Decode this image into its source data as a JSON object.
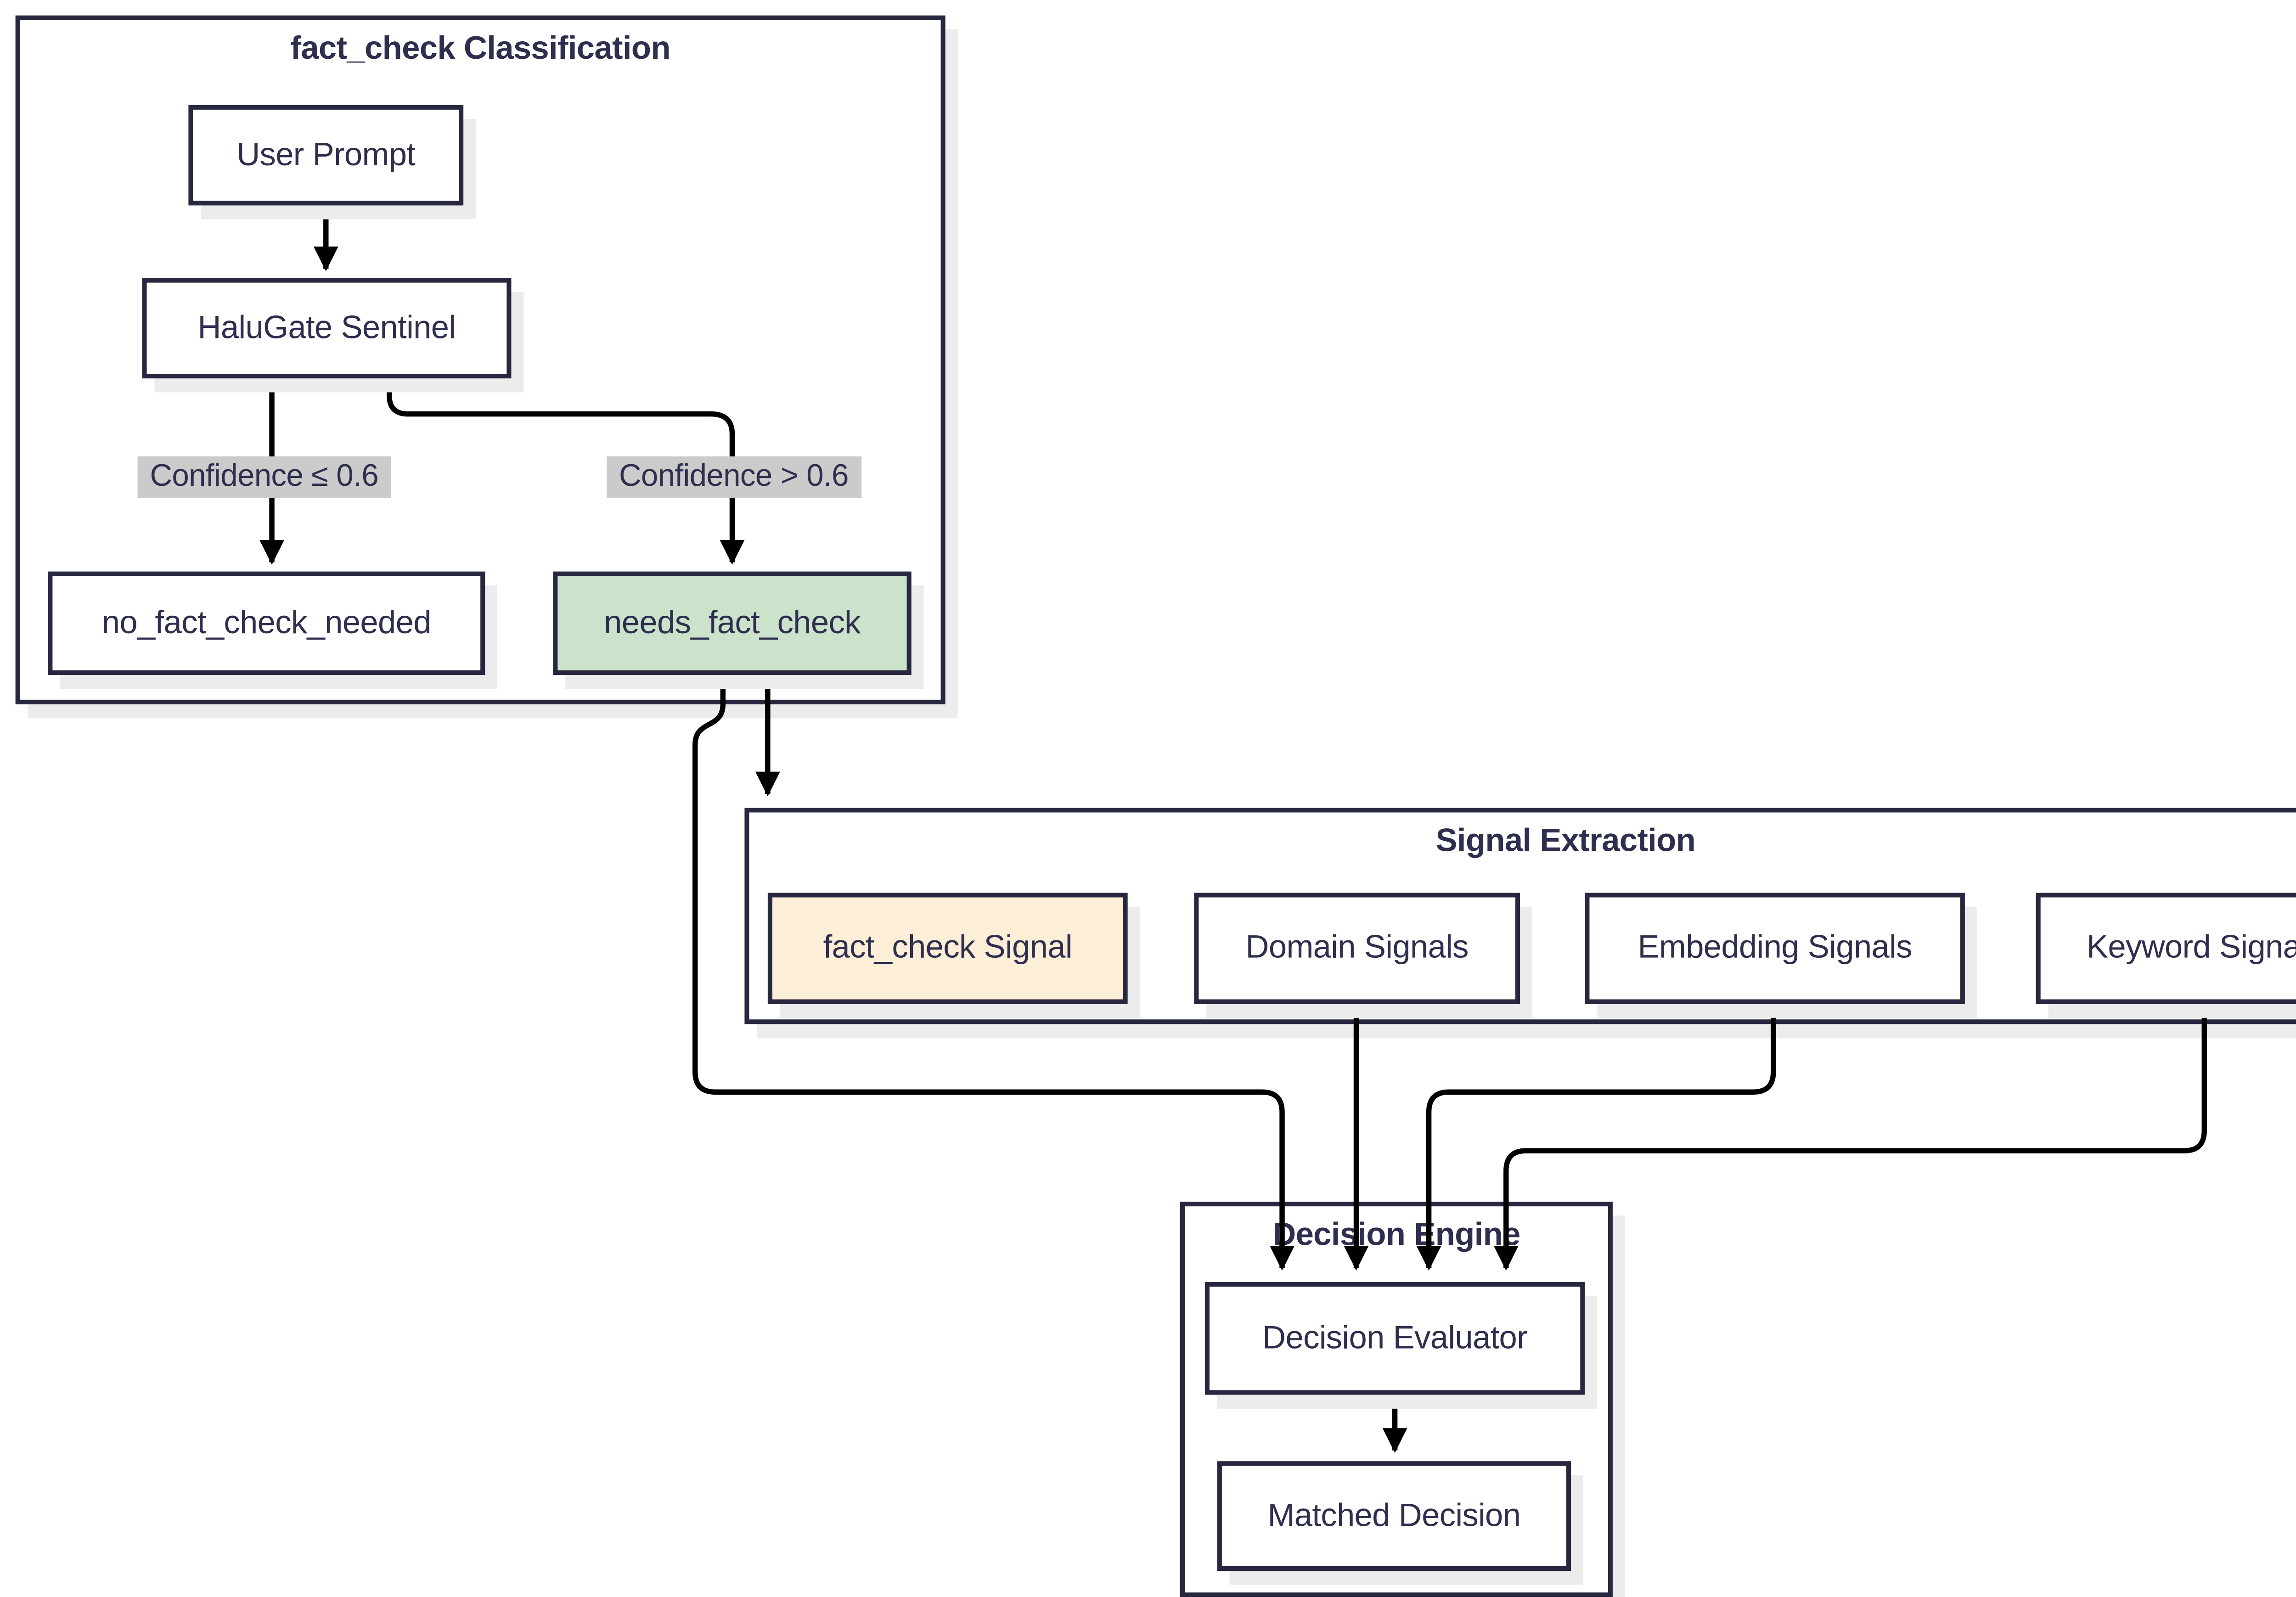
{
  "diagram": {
    "type": "flowchart",
    "clusters": [
      {
        "title": "fact_check Classification",
        "nodes": [
          {
            "id": "user_prompt",
            "label": "User Prompt",
            "fill": "white"
          },
          {
            "id": "halugate_sentinel",
            "label": "HaluGate Sentinel",
            "fill": "white"
          },
          {
            "id": "no_fact_check_needed",
            "label": "no_fact_check_needed",
            "fill": "white"
          },
          {
            "id": "needs_fact_check",
            "label": "needs_fact_check",
            "fill": "green"
          }
        ]
      },
      {
        "title": "Signal Extraction",
        "nodes": [
          {
            "id": "fact_check_signal",
            "label": "fact_check Signal",
            "fill": "peach"
          },
          {
            "id": "domain_signals",
            "label": "Domain Signals",
            "fill": "white"
          },
          {
            "id": "embedding_signals",
            "label": "Embedding Signals",
            "fill": "white"
          },
          {
            "id": "keyword_signals",
            "label": "Keyword Signals",
            "fill": "white"
          }
        ]
      },
      {
        "title": "Decision Engine",
        "nodes": [
          {
            "id": "decision_evaluator",
            "label": "Decision Evaluator",
            "fill": "white"
          },
          {
            "id": "matched_decision",
            "label": "Matched Decision",
            "fill": "white"
          }
        ]
      }
    ],
    "edges": [
      {
        "from": "user_prompt",
        "to": "halugate_sentinel"
      },
      {
        "from": "halugate_sentinel",
        "to": "no_fact_check_needed",
        "label": "Confidence ≤ 0.6"
      },
      {
        "from": "halugate_sentinel",
        "to": "needs_fact_check",
        "label": "Confidence > 0.6"
      },
      {
        "from": "needs_fact_check",
        "to": "signal_extraction_cluster"
      },
      {
        "from": "needs_fact_check",
        "to": "decision_evaluator"
      },
      {
        "from": "domain_signals",
        "to": "decision_evaluator"
      },
      {
        "from": "embedding_signals",
        "to": "decision_evaluator"
      },
      {
        "from": "keyword_signals",
        "to": "decision_evaluator"
      },
      {
        "from": "decision_evaluator",
        "to": "matched_decision"
      }
    ],
    "colors": {
      "border_dark": "#27273f",
      "text": "#2e2e4e",
      "edge_line": "#000000",
      "node_fill": "#ffffff",
      "green_fill": "#cbe3cb",
      "peach_fill": "#fdeed7",
      "edge_label_bg": "#cbcbcb",
      "shadow": "#ececec",
      "background": "#ffffff"
    }
  }
}
